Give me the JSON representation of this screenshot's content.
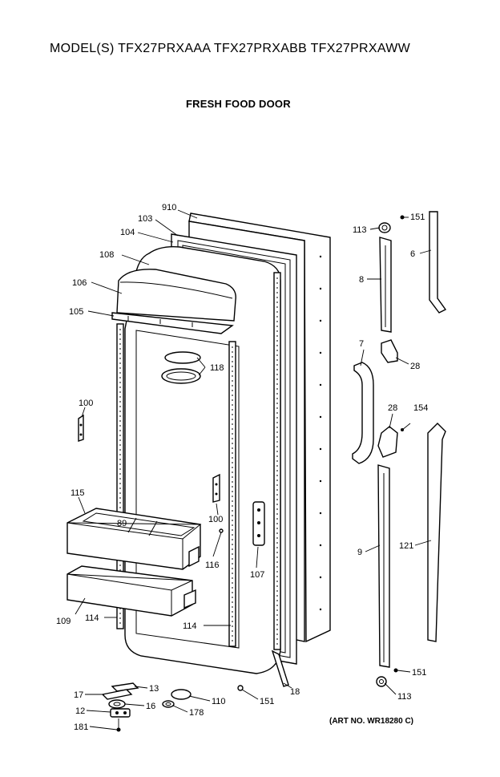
{
  "header": {
    "title": "MODEL(S) TFX27PRXAAA  TFX27PRXABB  TFX27PRXAWW",
    "subtitle": "FRESH FOOD DOOR"
  },
  "footer": {
    "art_number": "(ART NO. WR18280 C)"
  },
  "callouts": {
    "c910": "910",
    "c103": "103",
    "c104": "104",
    "c108": "108",
    "c106": "106",
    "c105": "105",
    "c118": "118",
    "c100a": "100",
    "c100b": "100",
    "c115": "115",
    "c89": "89",
    "c116": "116",
    "c107": "107",
    "c109": "109",
    "c114a": "114",
    "c114b": "114",
    "c113a": "113",
    "c151a": "151",
    "c6": "6",
    "c8": "8",
    "c7": "7",
    "c28a": "28",
    "c28b": "28",
    "c154": "154",
    "c9": "9",
    "c121": "121",
    "c151b": "151",
    "c113b": "113",
    "c18": "18",
    "c151c": "151",
    "c13": "13",
    "c17": "17",
    "c16": "16",
    "c12": "12",
    "c181": "181",
    "c110": "110",
    "c178": "178"
  }
}
